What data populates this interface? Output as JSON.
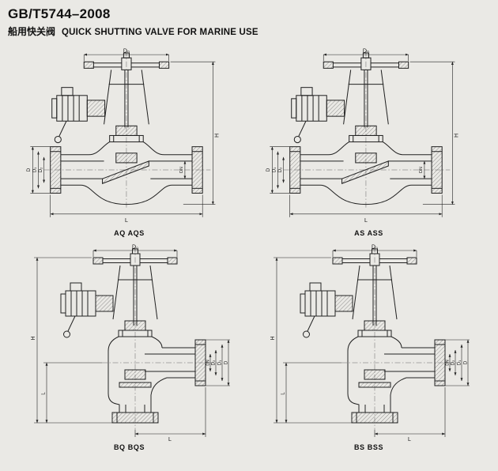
{
  "header": {
    "standard": "GB/T5744–2008",
    "title_cn": "船用快关阀",
    "title_en": "QUICK SHUTTING VALVE FOR MARINE USE"
  },
  "dims": {
    "d0": "D₀",
    "h": "H",
    "l": "L",
    "d": "D",
    "d1": "D₁",
    "d2": "D₂",
    "dn": "DN"
  },
  "figures": [
    {
      "label": "AQ AQS",
      "type": "globe"
    },
    {
      "label": "AS ASS",
      "type": "globe"
    },
    {
      "label": "BQ BQS",
      "type": "angle"
    },
    {
      "label": "BS BSS",
      "type": "angle"
    }
  ],
  "colors": {
    "paper": "#eae9e5",
    "ink": "#222222"
  }
}
